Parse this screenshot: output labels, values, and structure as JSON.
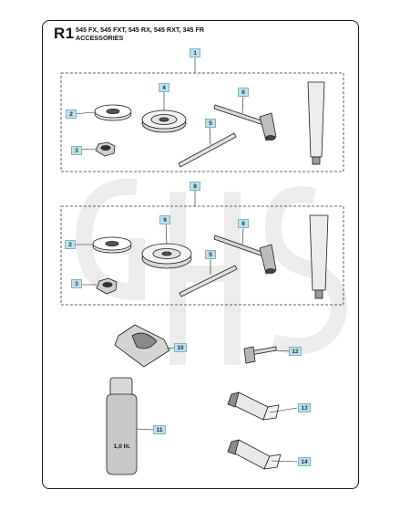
{
  "header": {
    "code": "R1",
    "models": "545 FX, 545 FXT, 545 RX, 545 RXT, 345 FR",
    "section": "ACCESSORIES"
  },
  "callouts": {
    "k1": "1",
    "k2": "2",
    "k3": "3",
    "k4": "4",
    "k5": "5",
    "k6": "6",
    "k8": "8",
    "k2b": "2",
    "k3b": "3",
    "k9": "9",
    "k5b": "5",
    "k6b": "6",
    "k10": "10",
    "k11": "11",
    "k12": "12",
    "k13": "13",
    "k14": "14"
  },
  "bottle_label": "1,0 lit.",
  "watermark": "GHS",
  "colors": {
    "callout_fill": "#bfe0ea",
    "callout_border": "#7fb3c4",
    "line": "#1a1a1a",
    "watermark": "#ececec"
  }
}
